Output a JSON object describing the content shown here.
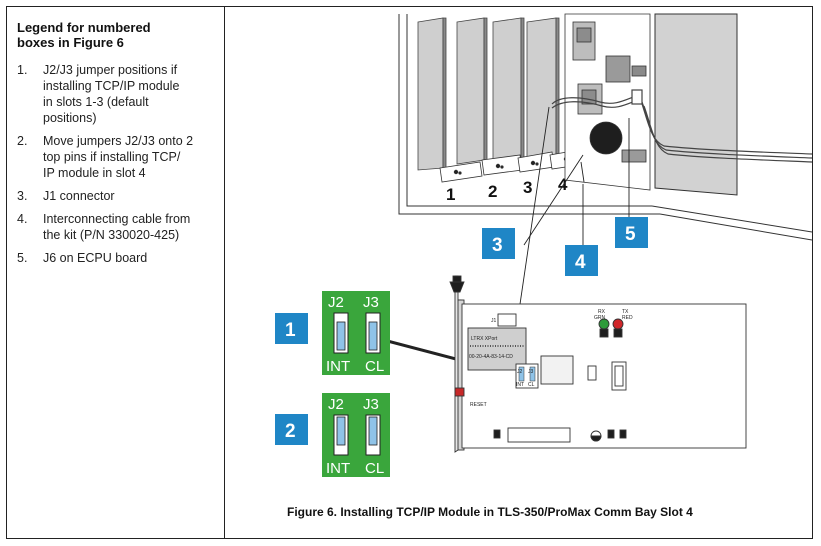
{
  "legend": {
    "title_line1": "Legend for numbered",
    "title_line2": "boxes in Figure 6",
    "items": [
      {
        "num": "1.",
        "lines": [
          "J2/J3 jumper positions if",
          "installing TCP/IP module",
          "in slots 1-3 (default",
          "positions)"
        ]
      },
      {
        "num": "2.",
        "lines": [
          "Move jumpers J2/J3 onto 2",
          "top pins if installing TCP/",
          "IP module in slot 4"
        ]
      },
      {
        "num": "3.",
        "lines": [
          "J1 connector"
        ]
      },
      {
        "num": "4.",
        "lines": [
          "Interconnecting cable from",
          "the kit (P/N 330020-425)"
        ]
      },
      {
        "num": "5.",
        "lines": [
          "J6 on ECPU board"
        ]
      }
    ]
  },
  "figure": {
    "slot_labels": [
      "1",
      "2",
      "3",
      "4"
    ],
    "callouts": [
      "1",
      "2",
      "3",
      "4",
      "5"
    ],
    "jumper_block_1": {
      "left": "J2",
      "right": "J3",
      "bottom_left": "INT",
      "bottom_right": "CL"
    },
    "jumper_block_2": {
      "left": "J2",
      "right": "J3",
      "bottom_left": "INT",
      "bottom_right": "CL"
    },
    "board_labels": {
      "xport": "LTRX XPort",
      "mac": "00-20-4A-83-14-CD",
      "j1": "J1",
      "rx": "RX",
      "grn": "GRN",
      "tx": "TX",
      "red": "RED",
      "reset": "RESET",
      "j2": "J2",
      "j3": "J3",
      "int": "INT",
      "cl": "CL"
    },
    "colors": {
      "callout_blue": "#1f86c6",
      "jumper_green": "#3aa63c",
      "jumper_blue": "#8fc3e8",
      "led_green": "#2e9b3a",
      "led_red": "#d0262a",
      "reset_red": "#c62828"
    }
  },
  "caption": "Figure 6.   Installing TCP/IP Module in TLS-350/ProMax Comm Bay Slot 4"
}
